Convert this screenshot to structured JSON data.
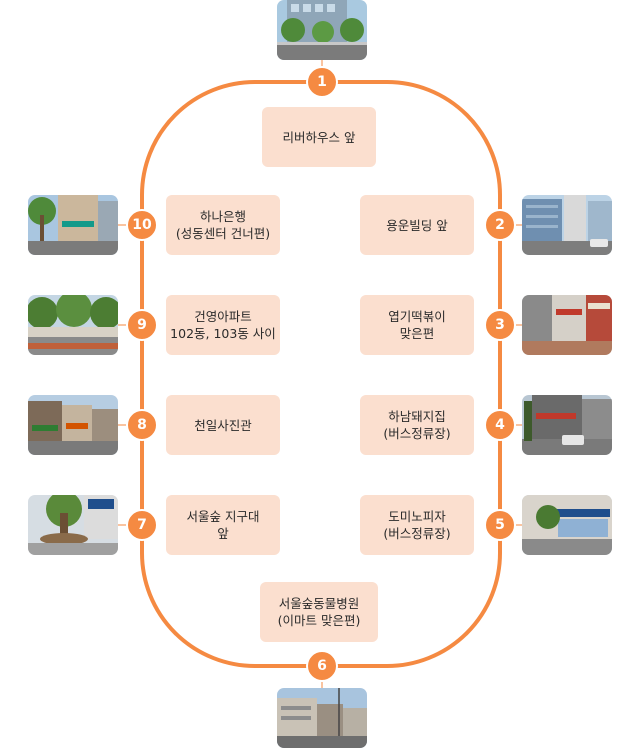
{
  "colors": {
    "route": "#f58a42",
    "label_bg": "#fbdfcf",
    "badge": "#f58a42",
    "text": "#2b2b2b"
  },
  "stops": [
    {
      "number": "1",
      "name": "리버하우스 앞"
    },
    {
      "number": "2",
      "name": "용운빌딩 앞"
    },
    {
      "number": "3",
      "name": "엽기떡볶이\n맞은편"
    },
    {
      "number": "4",
      "name": "하남돼지집\n(버스정류장)"
    },
    {
      "number": "5",
      "name": "도미노피자\n(버스정류장)"
    },
    {
      "number": "6",
      "name": "서울숲동물병원\n(이마트 맞은편)"
    },
    {
      "number": "7",
      "name": "서울숲 지구대\n앞"
    },
    {
      "number": "8",
      "name": "천일사진관"
    },
    {
      "number": "9",
      "name": "건영아파트\n102동, 103동 사이"
    },
    {
      "number": "10",
      "name": "하나은행\n(성동센터 건너편)"
    }
  ],
  "photos": [
    "street-photo-1",
    "street-photo-2",
    "street-photo-3",
    "street-photo-4",
    "street-photo-5",
    "street-photo-6",
    "street-photo-7",
    "street-photo-8",
    "street-photo-9",
    "street-photo-10"
  ]
}
